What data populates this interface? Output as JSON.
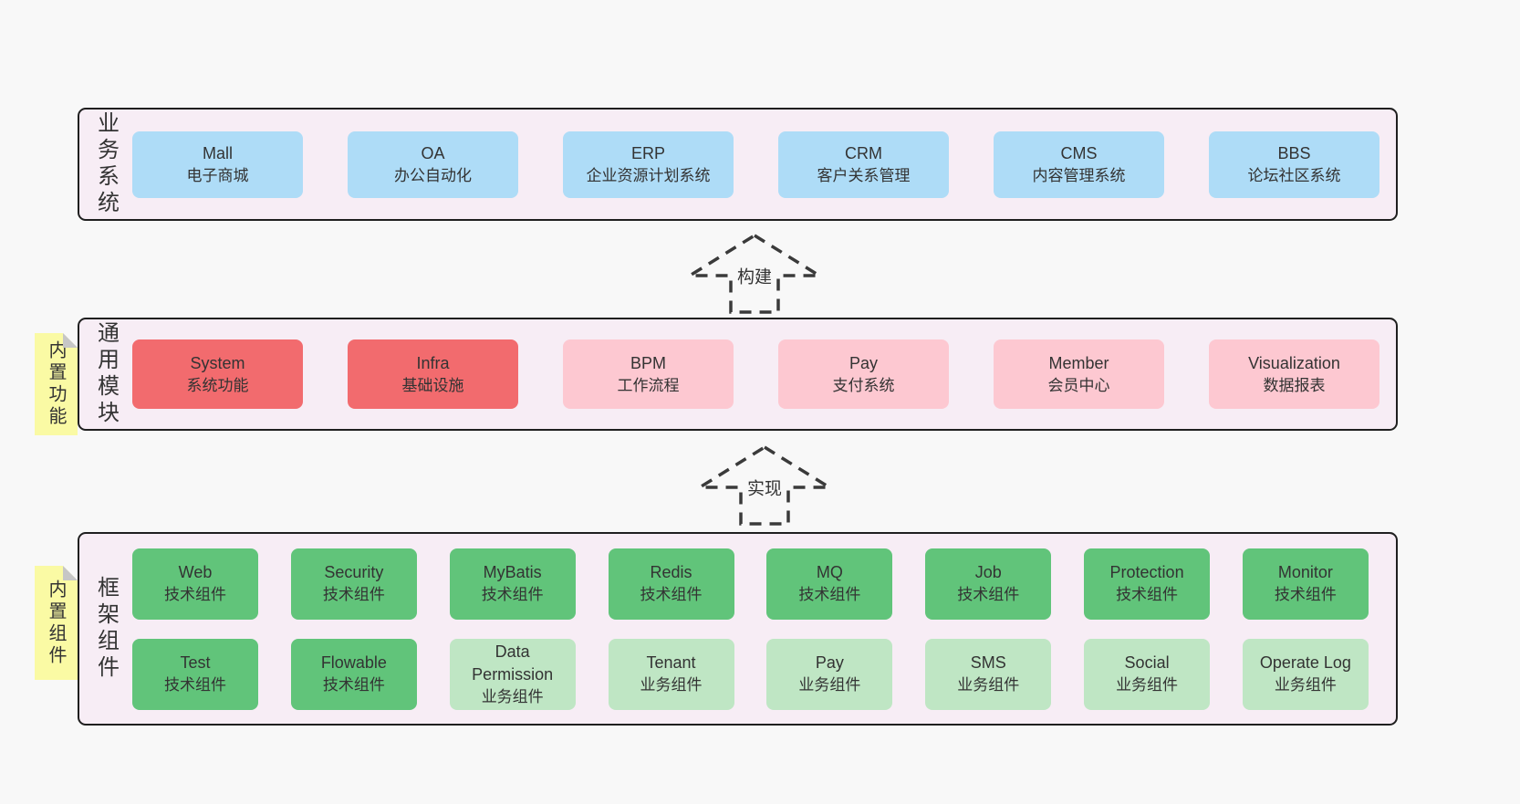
{
  "diagram": {
    "layers": [
      {
        "label": "业务系统",
        "sticky": null,
        "rows": [
          [
            {
              "en": "Mall",
              "zh": "电子商城",
              "variant": "blue"
            },
            {
              "en": "OA",
              "zh": "办公自动化",
              "variant": "blue"
            },
            {
              "en": "ERP",
              "zh": "企业资源计划系统",
              "variant": "blue"
            },
            {
              "en": "CRM",
              "zh": "客户关系管理",
              "variant": "blue"
            },
            {
              "en": "CMS",
              "zh": "内容管理系统",
              "variant": "blue"
            },
            {
              "en": "BBS",
              "zh": "论坛社区系统",
              "variant": "blue"
            }
          ]
        ]
      },
      {
        "label": "通用模块",
        "sticky": "内置功能",
        "rows": [
          [
            {
              "en": "System",
              "zh": "系统功能",
              "variant": "red"
            },
            {
              "en": "Infra",
              "zh": "基础设施",
              "variant": "red"
            },
            {
              "en": "BPM",
              "zh": "工作流程",
              "variant": "pink"
            },
            {
              "en": "Pay",
              "zh": "支付系统",
              "variant": "pink"
            },
            {
              "en": "Member",
              "zh": "会员中心",
              "variant": "pink"
            },
            {
              "en": "Visualization",
              "zh": "数据报表",
              "variant": "pink"
            }
          ]
        ]
      },
      {
        "label": "框架组件",
        "sticky": "内置组件",
        "rows": [
          [
            {
              "en": "Web",
              "zh": "技术组件",
              "variant": "green-dark"
            },
            {
              "en": "Security",
              "zh": "技术组件",
              "variant": "green-dark"
            },
            {
              "en": "MyBatis",
              "zh": "技术组件",
              "variant": "green-dark"
            },
            {
              "en": "Redis",
              "zh": "技术组件",
              "variant": "green-dark"
            },
            {
              "en": "MQ",
              "zh": "技术组件",
              "variant": "green-dark"
            },
            {
              "en": "Job",
              "zh": "技术组件",
              "variant": "green-dark"
            },
            {
              "en": "Protection",
              "zh": "技术组件",
              "variant": "green-dark"
            },
            {
              "en": "Monitor",
              "zh": "技术组件",
              "variant": "green-dark"
            }
          ],
          [
            {
              "en": "Test",
              "zh": "技术组件",
              "variant": "green-dark"
            },
            {
              "en": "Flowable",
              "zh": "技术组件",
              "variant": "green-dark"
            },
            {
              "en": "Data Permission",
              "zh": "业务组件",
              "variant": "green-light"
            },
            {
              "en": "Tenant",
              "zh": "业务组件",
              "variant": "green-light"
            },
            {
              "en": "Pay",
              "zh": "业务组件",
              "variant": "green-light"
            },
            {
              "en": "SMS",
              "zh": "业务组件",
              "variant": "green-light"
            },
            {
              "en": "Social",
              "zh": "业务组件",
              "variant": "green-light"
            },
            {
              "en": "Operate Log",
              "zh": "业务组件",
              "variant": "green-light"
            }
          ]
        ]
      }
    ],
    "arrows": [
      {
        "label": "构建"
      },
      {
        "label": "实现"
      }
    ],
    "colors": {
      "page_bg": "#f8f8f8",
      "layer_bg": "#f7edf5",
      "border": "#1f1f1f",
      "text": "#333333",
      "blue": "#aedcf7",
      "red": "#f26b6e",
      "pink": "#fdc8d1",
      "green_dark": "#61c47a",
      "green_light": "#bfe6c4",
      "sticky_bg": "#fafaa4",
      "fold": "#c6c6c6",
      "arrow": "#3a3a3a"
    }
  }
}
